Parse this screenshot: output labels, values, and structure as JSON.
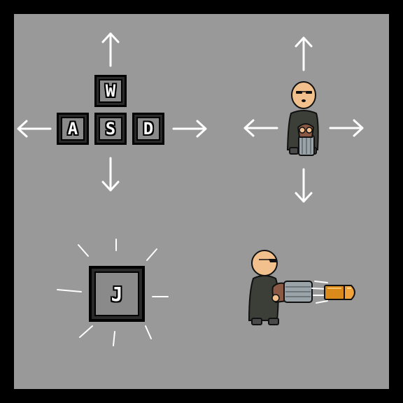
{
  "controls": {
    "move_keys": [
      "W",
      "A",
      "S",
      "D"
    ],
    "shoot_key": "J"
  },
  "colors": {
    "frame": "#000000",
    "panel": "#999999",
    "arrow": "#ffffff",
    "key_face": "#8a8a8a",
    "coat": "#3b3f38",
    "skin": "#f2c08c",
    "gun": "#9aa3a8",
    "bullet": "#d98a1a"
  },
  "icons": {
    "move_arrows": "arrow-icon",
    "character": "character-sprite",
    "projectile": "bullet-icon"
  }
}
